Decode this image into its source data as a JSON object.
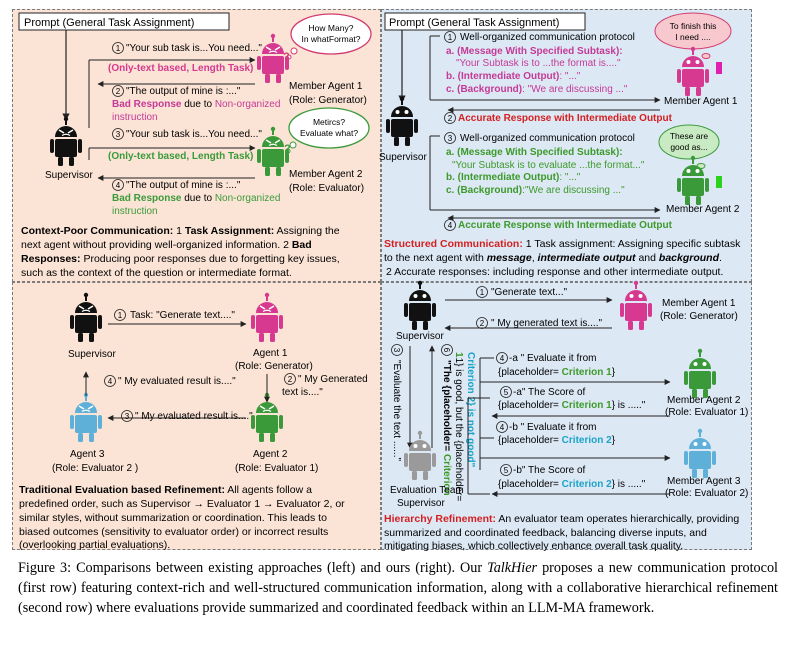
{
  "tl": {
    "prompt": "Prompt (General Task Assignment)",
    "bubble1": [
      "How Many?",
      "In whatFormat?"
    ],
    "bubble2": [
      "Metircs?",
      "Evaluate what?"
    ],
    "s1_quote": "\"Your sub task is...You need...\"",
    "s1_note": "(Only-text based, Length Task)",
    "s2_quote": "\"The output of mine is :...\"",
    "s2_bad": "Bad Response",
    "s2_due": " due to ",
    "s2_reason1": "Non-organized",
    "s2_reason2": "instruction",
    "s3_quote": "\"Your sub task is...You need...\"",
    "s3_note": "(Only-text based, Length Task)",
    "s4_quote": "\"The output of mine is :...\"",
    "s4_bad": "Bad Response",
    "s4_due": " due to ",
    "s4_reason1": "Non-organized",
    "s4_reason2": "instruction",
    "supervisor": "Supervisor",
    "m1_name": "Member Agent 1",
    "m1_role": "(Role: Generator)",
    "m2_name": "Member Agent  2",
    "m2_role": "(Role: Evaluator)",
    "desc_bold": "Context-Poor Communication:",
    "desc_c1": " Task Assignment:",
    "desc_l1_rest": " Assigning the",
    "desc_l2a": "next agent without providing well-organized information. ",
    "desc_c2": " Bad",
    "desc_l3a": "Responses:",
    "desc_l3b": " Producing poor responses due to forgetting key issues,",
    "desc_l4": "such as the context of the question or intermediate format."
  },
  "tr": {
    "prompt": "Prompt (General Task Assignment)",
    "bubble1": [
      "To finish this",
      "I need ...."
    ],
    "bubble2": [
      "These are",
      "good as..."
    ],
    "p1_title": "Well-organized communication protocol",
    "p1_a_label": "a. (Message With Specified Subtask):",
    "p1_a_text": "\"Your Subtask is to ...the format is....\"",
    "p1_b_label": "b. (Intermediate Output)",
    "p1_b_text": ": \"...\"",
    "p1_c_label": "c. (Background)",
    "p1_c_text": ": \"We are discussing ...\"",
    "r1": "Accurate Response with Intermediate Output",
    "p3_title": "Well-organized communication protocol",
    "p3_a_label": "a. (Message With Specified Subtask):",
    "p3_a_text": "\"Your Subtask is to evaluate ...the format...\"",
    "p3_b_label": "b. (Intermediate Output)",
    "p3_b_text": ": \"...\"",
    "p3_c_label": "c. (Background)",
    "p3_c_text": ":\"We are discussing ...\"",
    "r4": "Accurate Response with Intermediate Output",
    "supervisor": "Supervisor",
    "m1_name": "Member Agent 1",
    "m2_name": "Member Agent 2",
    "desc_bold": "Structured Communication:",
    "desc_l1_rest": " Task assignment: Assigning specific subtask",
    "desc_l2a": "to the next agent with ",
    "desc_l2b": "message",
    "desc_l2c": ", ",
    "desc_l2d": "intermediate output",
    "desc_l2e": " and ",
    "desc_l2f": "background",
    "desc_l2g": ".",
    "desc_l3": " Accurate responses: including response and other intermediate output."
  },
  "bl": {
    "task": "Task:  \"Generate text....\"",
    "eval_res_a": "\" My evaluated result is....\"",
    "gen_text": [
      "\" My Generated",
      "text is....\""
    ],
    "eval_res_b": "\" My evaluated result is....\"",
    "supervisor": "Supervisor",
    "a1_name": "Agent 1",
    "a1_role": "(Role: Generator)",
    "a2_name": "Agent 2",
    "a2_role": "(Role: Evaluator 1)",
    "a3_name": "Agent 3",
    "a3_role": "(Role: Evaluator 2 )",
    "desc_bold": "Traditional Evaluation based Refinement:",
    "desc_l1_rest": " All agents follow a",
    "desc_l2": "predefined order, such as Supervisor → Evaluator 1 → Evaluator 2, or",
    "desc_l3": "similar styles, without summarization or coordination. This leads to",
    "desc_l4": "biased outcomes (sensitivity to evaluator order) or incorrect results",
    "desc_l5": "(overlooking partial evaluations)."
  },
  "br": {
    "gen_req": "\"Generate text...\"",
    "gen_resp": "\" My generated text is....\"",
    "supervisor": "Supervisor",
    "m1_name": "Member Agent 1",
    "m1_role": "(Role: Generator)",
    "vert3": "\"Evaluate the text ......\"",
    "vert6_black": "\"The {placeholder=",
    "vert6_green": " Criterion",
    "vert6_l2a": "1} is good, but the {placeholder=",
    "vert6_l3a": "Criterion 2} is not good\"",
    "e4a_label": "-a \" Evaluate it from",
    "e4a_text": "{placeholder= ",
    "e4a_crit": "Criterion 1",
    "e4a_end": "}",
    "e5a_label": "-a\" The Score of",
    "e5a_text": "{placeholder= ",
    "e5a_crit": "Criterion 1",
    "e5a_end": "} is .....\"",
    "e4b_label": "-b \" Evaluate it from",
    "e4b_text": "{placeholder= ",
    "e4b_crit": "Criterion 2",
    "e4b_end": "}",
    "e5b_label": "-b\" The Score of",
    "e5b_text": "{placeholder= ",
    "e5b_crit": "Criterion 2",
    "e5b_end": "} is .....\"",
    "m2_name": "Member Agent 2",
    "m2_role": "(Role: Evaluator 1)",
    "m3_name": "Member Agent 3",
    "m3_role": "(Role: Evaluator 2)",
    "team_l1": "Evaluation Team",
    "team_l2": "Supervisor",
    "desc_bold": "Hierarchy Refinement:",
    "desc_l1_rest": " An evaluator team operates hierarchically, providing",
    "desc_l2": "summarized and coordinated feedback, balancing diverse inputs, and",
    "desc_l3": "mitigating biases, which collectively enhance overall task quality."
  },
  "nums": {
    "n1": "1",
    "n2": "2",
    "n3": "3",
    "n4": "4",
    "n5": "5",
    "n6": "6"
  },
  "caption": {
    "p1": "Figure 3: Comparisons between existing approaches (left) and ours (right). Our ",
    "em": "TalkHier",
    "p2": " proposes a new communication protocol (first row) featuring context-rich and well-structured communication information, along with a collaborative hierarchical refinement (second row) where evaluations provide summarized and coordinated feedback within an LLM-MA framework."
  },
  "colors": {
    "pink_bg": "#fbe4d6",
    "blue_bg": "#dde8f5",
    "generator": "#d6398f",
    "evaluator": "#3a9a3a",
    "evaluator2": "#5fb0d8",
    "supervisor": "#111111",
    "team_sup": "#9a9a9a",
    "red_text": "#d42020",
    "green_text": "#3c9a2a",
    "magenta_text": "#c43a96",
    "orange_text": "#d28a2a",
    "blue_text": "#1aa3c8"
  }
}
